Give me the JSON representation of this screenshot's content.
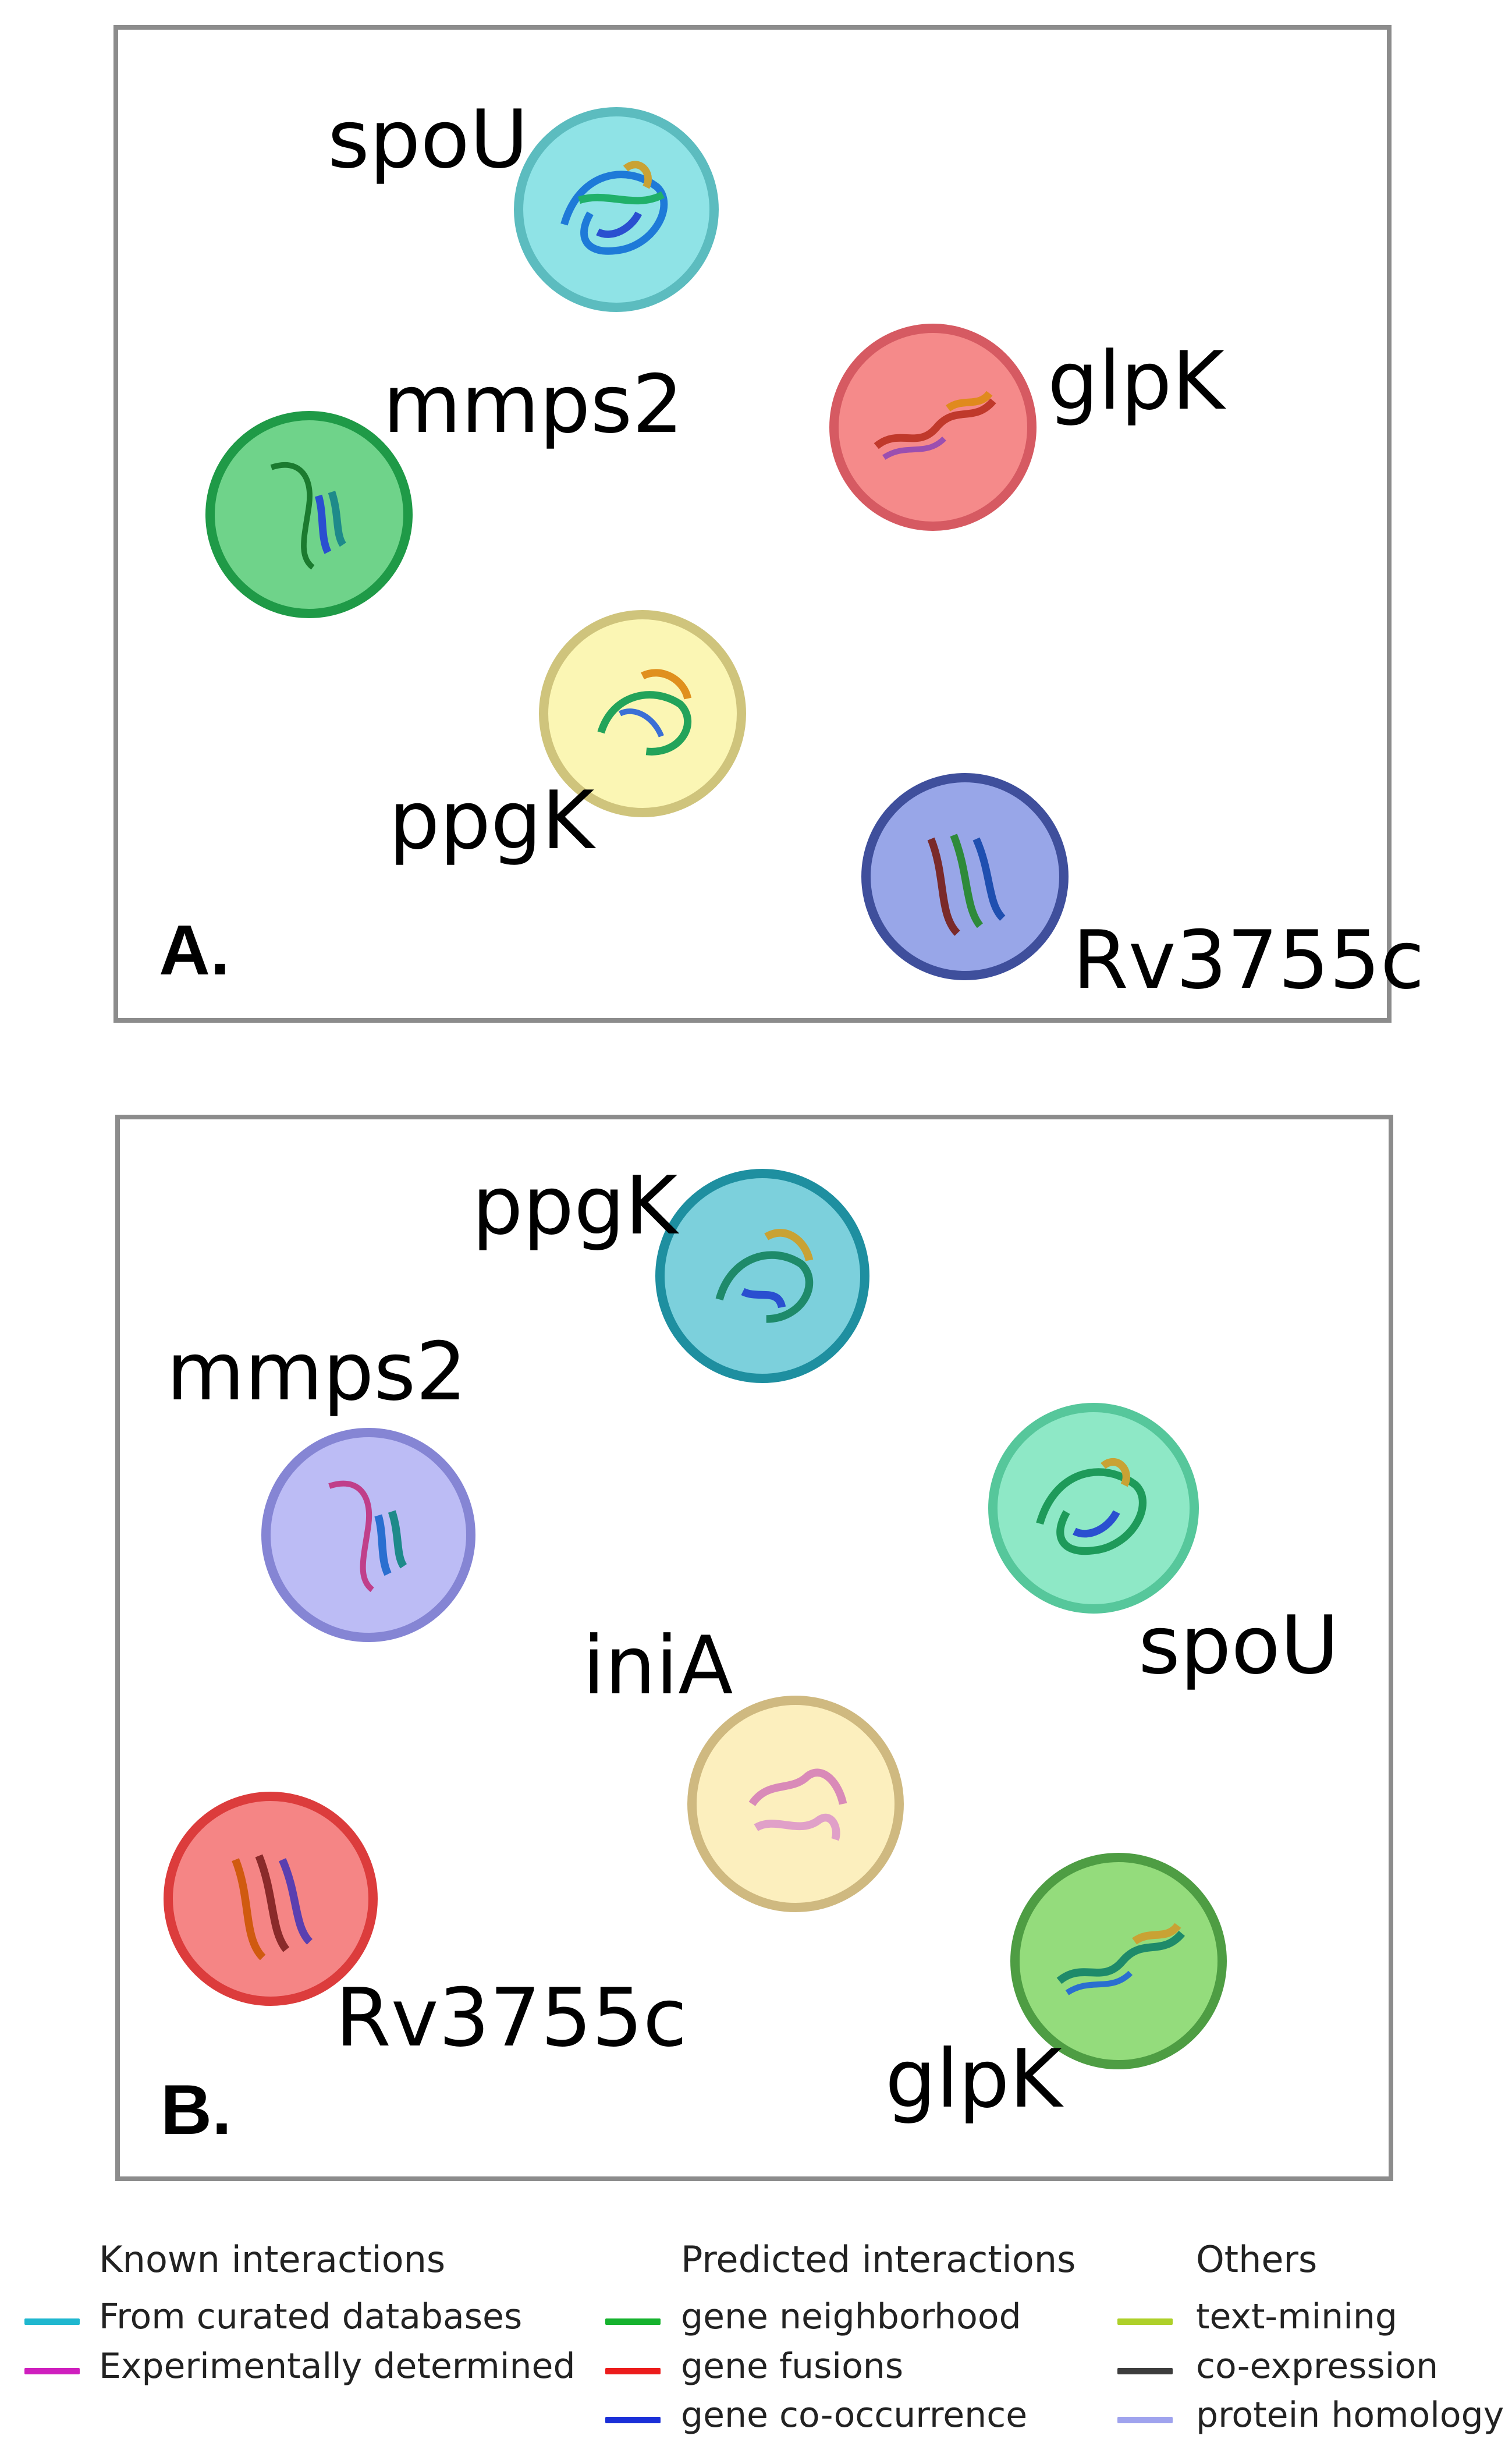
{
  "panel_a": {
    "letter": "A.",
    "nodes": [
      {
        "label": "spoU",
        "fill": "#8fe3e6",
        "border": "#5cbcbf"
      },
      {
        "label": "glpK",
        "fill": "#f58a8a",
        "border": "#d65a62"
      },
      {
        "label": "mmps2",
        "fill": "#6fd38a",
        "border": "#1f9a47"
      },
      {
        "label": "ppgK",
        "fill": "#fbf6b4",
        "border": "#cfc47c"
      },
      {
        "label": "Rv3755c",
        "fill": "#98a6e8",
        "border": "#3f4f9c"
      }
    ]
  },
  "panel_b": {
    "letter": "B.",
    "nodes": [
      {
        "label": "ppgK",
        "fill": "#7cd0dc",
        "border": "#1e8fa0"
      },
      {
        "label": "mmps2",
        "fill": "#bcbcf5",
        "border": "#8585d4"
      },
      {
        "label": "spoU",
        "fill": "#8ee8c6",
        "border": "#56c79b"
      },
      {
        "label": "iniA",
        "fill": "#fcefbe",
        "border": "#cfb980"
      },
      {
        "label": "Rv3755c",
        "fill": "#f58585",
        "border": "#dc3c3c"
      },
      {
        "label": "glpK",
        "fill": "#94dc7c",
        "border": "#4e9d43"
      }
    ]
  },
  "legend": {
    "known": {
      "heading": "Known interactions",
      "items": [
        {
          "label": "From curated databases",
          "color": "#1fb7cf"
        },
        {
          "label": "Experimentally determined",
          "color": "#cf1fbe"
        }
      ]
    },
    "predicted": {
      "heading": "Predicted interactions",
      "items": [
        {
          "label": "gene neighborhood",
          "color": "#16b22e"
        },
        {
          "label": "gene fusions",
          "color": "#ec1c1c"
        },
        {
          "label": "gene co-occurrence",
          "color": "#1a2fd8"
        }
      ]
    },
    "others": {
      "heading": "Others",
      "items": [
        {
          "label": "text-mining",
          "color": "#aed02a"
        },
        {
          "label": "co-expression",
          "color": "#3d3d3d"
        },
        {
          "label": "protein homology",
          "color": "#9fa3ee"
        }
      ]
    }
  }
}
